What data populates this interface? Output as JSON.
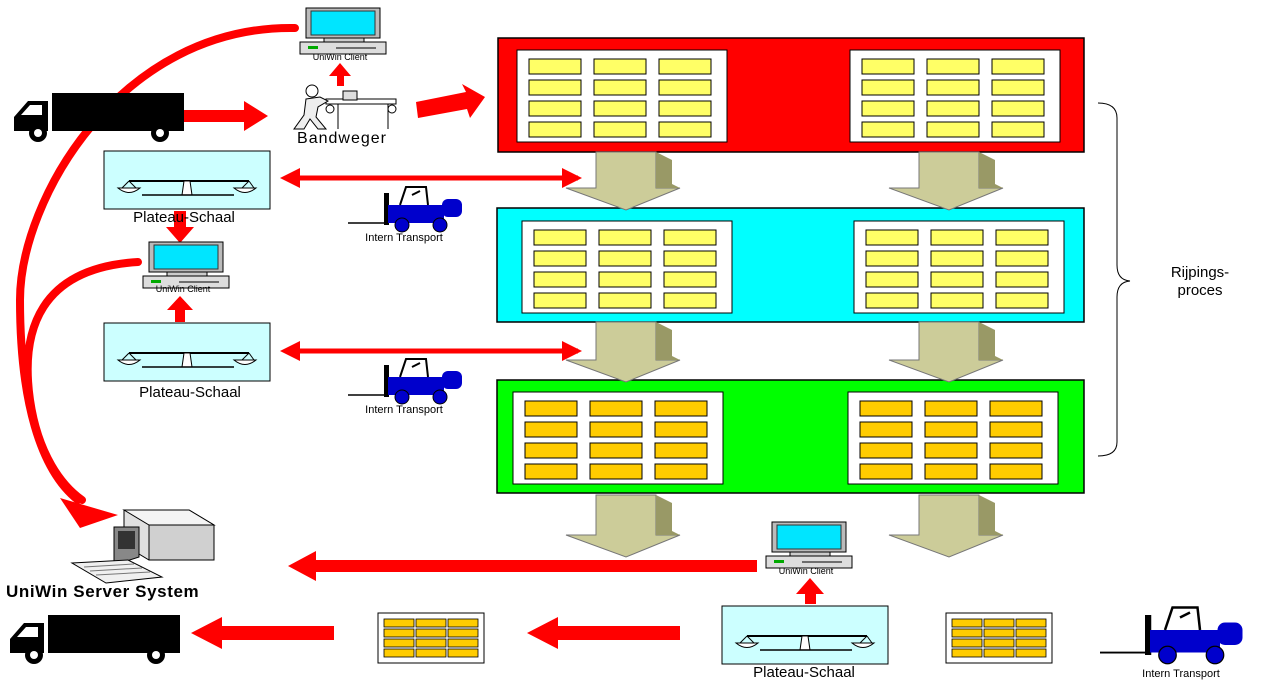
{
  "diagram": {
    "labels": {
      "bandweger": "Bandweger",
      "plateau_schaal_1": "Plateau-Schaal",
      "plateau_schaal_2": "Plateau-Schaal",
      "plateau_schaal_3": "Plateau-Schaal",
      "intern_transport_1": "Intern Transport",
      "intern_transport_2": "Intern Transport",
      "intern_transport_3": "Intern Transport",
      "uniwin_client_1": "UniWin Client",
      "uniwin_client_2": "UniWin Client",
      "uniwin_client_3": "UniWin Client",
      "server_system": "UniWin Server System",
      "rijpingsproces_1": "Rijpings-",
      "rijpingsproces_2": "proces"
    },
    "colors": {
      "room_top": "#ff0000",
      "room_middle": "#00ffff",
      "room_bottom": "#00ff00",
      "flow_arrow": "#ff0000",
      "crate_light": "#ffff66",
      "crate_dark": "#ffcc00",
      "scale_panel": "#ccffff",
      "forklift": "#0000cc",
      "truck": "#000000",
      "chute": "#cccc99"
    },
    "icons": [
      "truck-icon",
      "monitor-icon",
      "worker-icon",
      "scale-icon",
      "forklift-icon",
      "server-icon",
      "pallet-icon"
    ]
  }
}
